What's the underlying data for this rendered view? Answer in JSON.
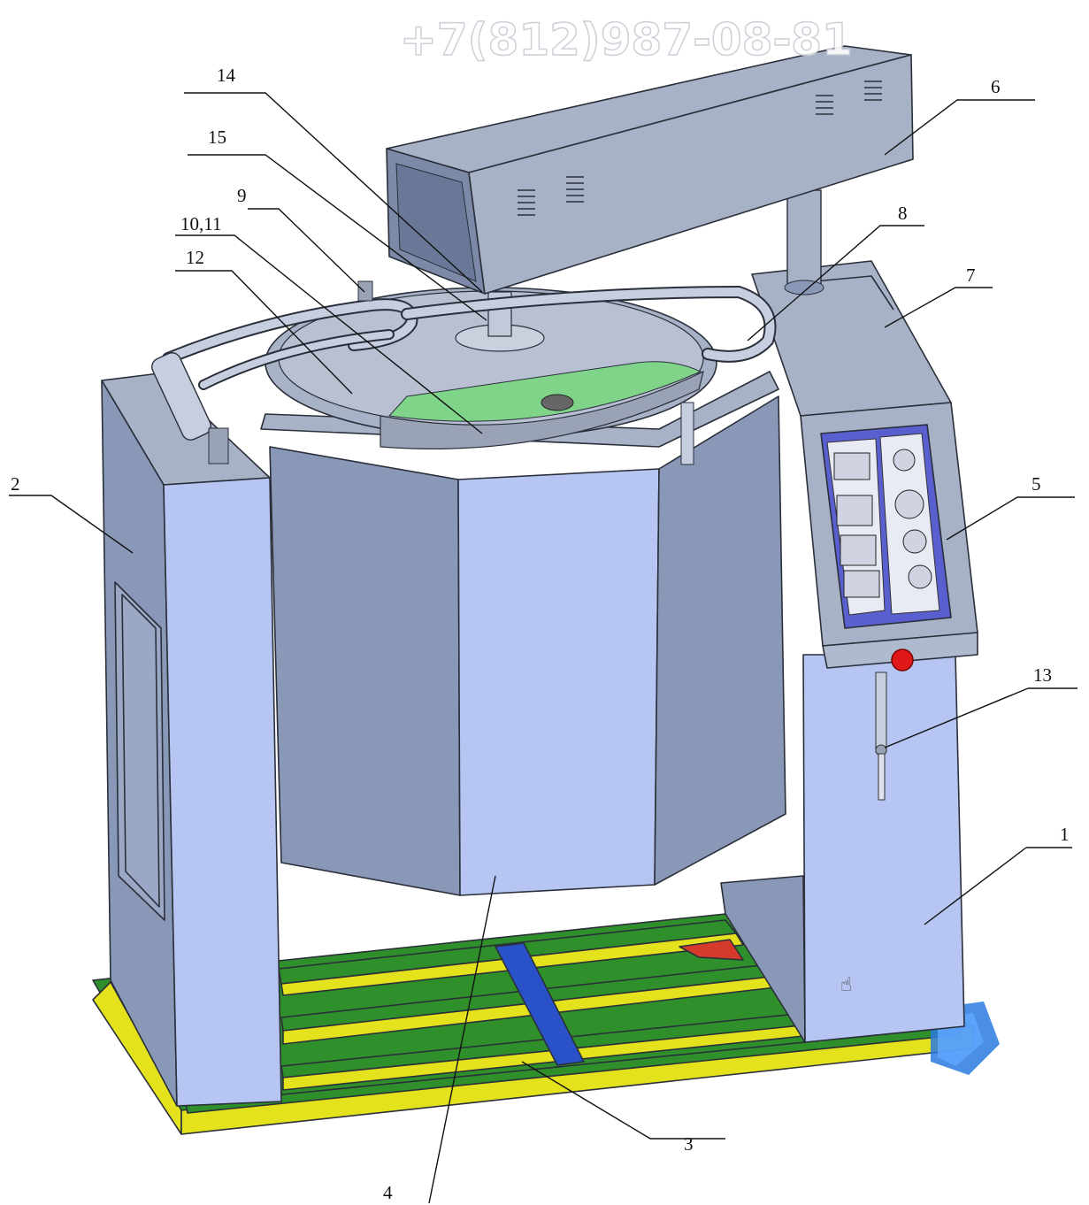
{
  "watermark": {
    "phone": "+7(812)987-08-81"
  },
  "callouts": [
    {
      "id": "1",
      "label": "1"
    },
    {
      "id": "2",
      "label": "2"
    },
    {
      "id": "3",
      "label": "3"
    },
    {
      "id": "4",
      "label": "4"
    },
    {
      "id": "5",
      "label": "5"
    },
    {
      "id": "6",
      "label": "6"
    },
    {
      "id": "7",
      "label": "7"
    },
    {
      "id": "8",
      "label": "8"
    },
    {
      "id": "9",
      "label": "9"
    },
    {
      "id": "10_11",
      "label": "10,11"
    },
    {
      "id": "12",
      "label": "12"
    },
    {
      "id": "13",
      "label": "13"
    },
    {
      "id": "14",
      "label": "14"
    },
    {
      "id": "15",
      "label": "15"
    }
  ],
  "colors": {
    "panel_light": "#b6c5f2",
    "panel_dark": "#8a98b8",
    "metal": "#a8b2c6",
    "frame_yellow": "#e3e21c",
    "frame_green": "#2f8f2a",
    "frame_blue": "#2a52c8",
    "control_panel": "#5a5fd0",
    "stop_button": "#e01818",
    "grate_green": "#7fd48a"
  }
}
